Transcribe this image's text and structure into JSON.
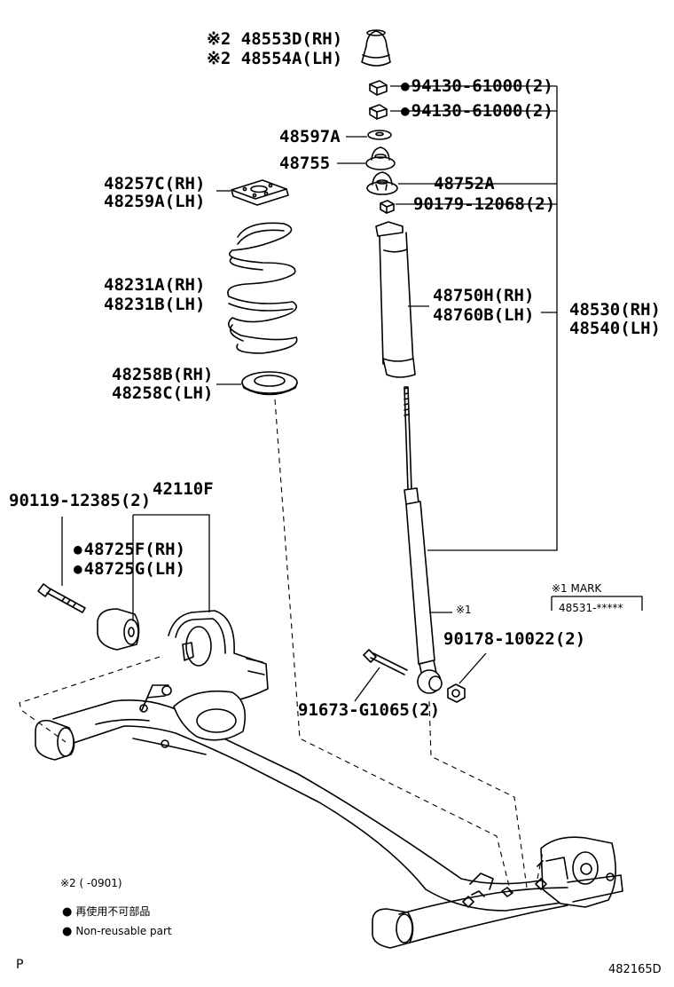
{
  "diagram_code": "482165D",
  "corner_letter": "P",
  "mark_box": {
    "title": "※1 MARK",
    "code": "48531-*****"
  },
  "mark_callout": "※1",
  "legend": {
    "note_2": "※2 (      -0901)",
    "non_reusable_jp": "再使用不可部品",
    "non_reusable_en": "Non-reusable part"
  },
  "parts": {
    "bump_stopper_rh": "※2 48553D(RH)",
    "bump_stopper_lh": "※2 48554A(LH)",
    "nut_1": "94130-61000(2)",
    "nut_2": "94130-61000(2)",
    "washer": "48597A",
    "support": "48755",
    "support_lower": "48752A",
    "nut_3": "90179-12068(2)",
    "spring_seat_upper_rh": "48257C(RH)",
    "spring_seat_upper_lh": "48259A(LH)",
    "coil_spring_rh": "48231A(RH)",
    "coil_spring_lh": "48231B(LH)",
    "spring_seat_lower_rh": "48258B(RH)",
    "spring_seat_lower_lh": "48258C(LH)",
    "absorber_rh": "48750H(RH)",
    "absorber_lh": "48760B(LH)",
    "absorber_assy_rh": "48530(RH)",
    "absorber_assy_lh": "48540(LH)",
    "axle_beam": "42110F",
    "bolt_front": "90119-12385(2)",
    "bushing_rh": "48725F(RH)",
    "bushing_lh": "48725G(LH)",
    "nut_lower": "90178-10022(2)",
    "bolt_lower": "91673-G1065(2)"
  }
}
